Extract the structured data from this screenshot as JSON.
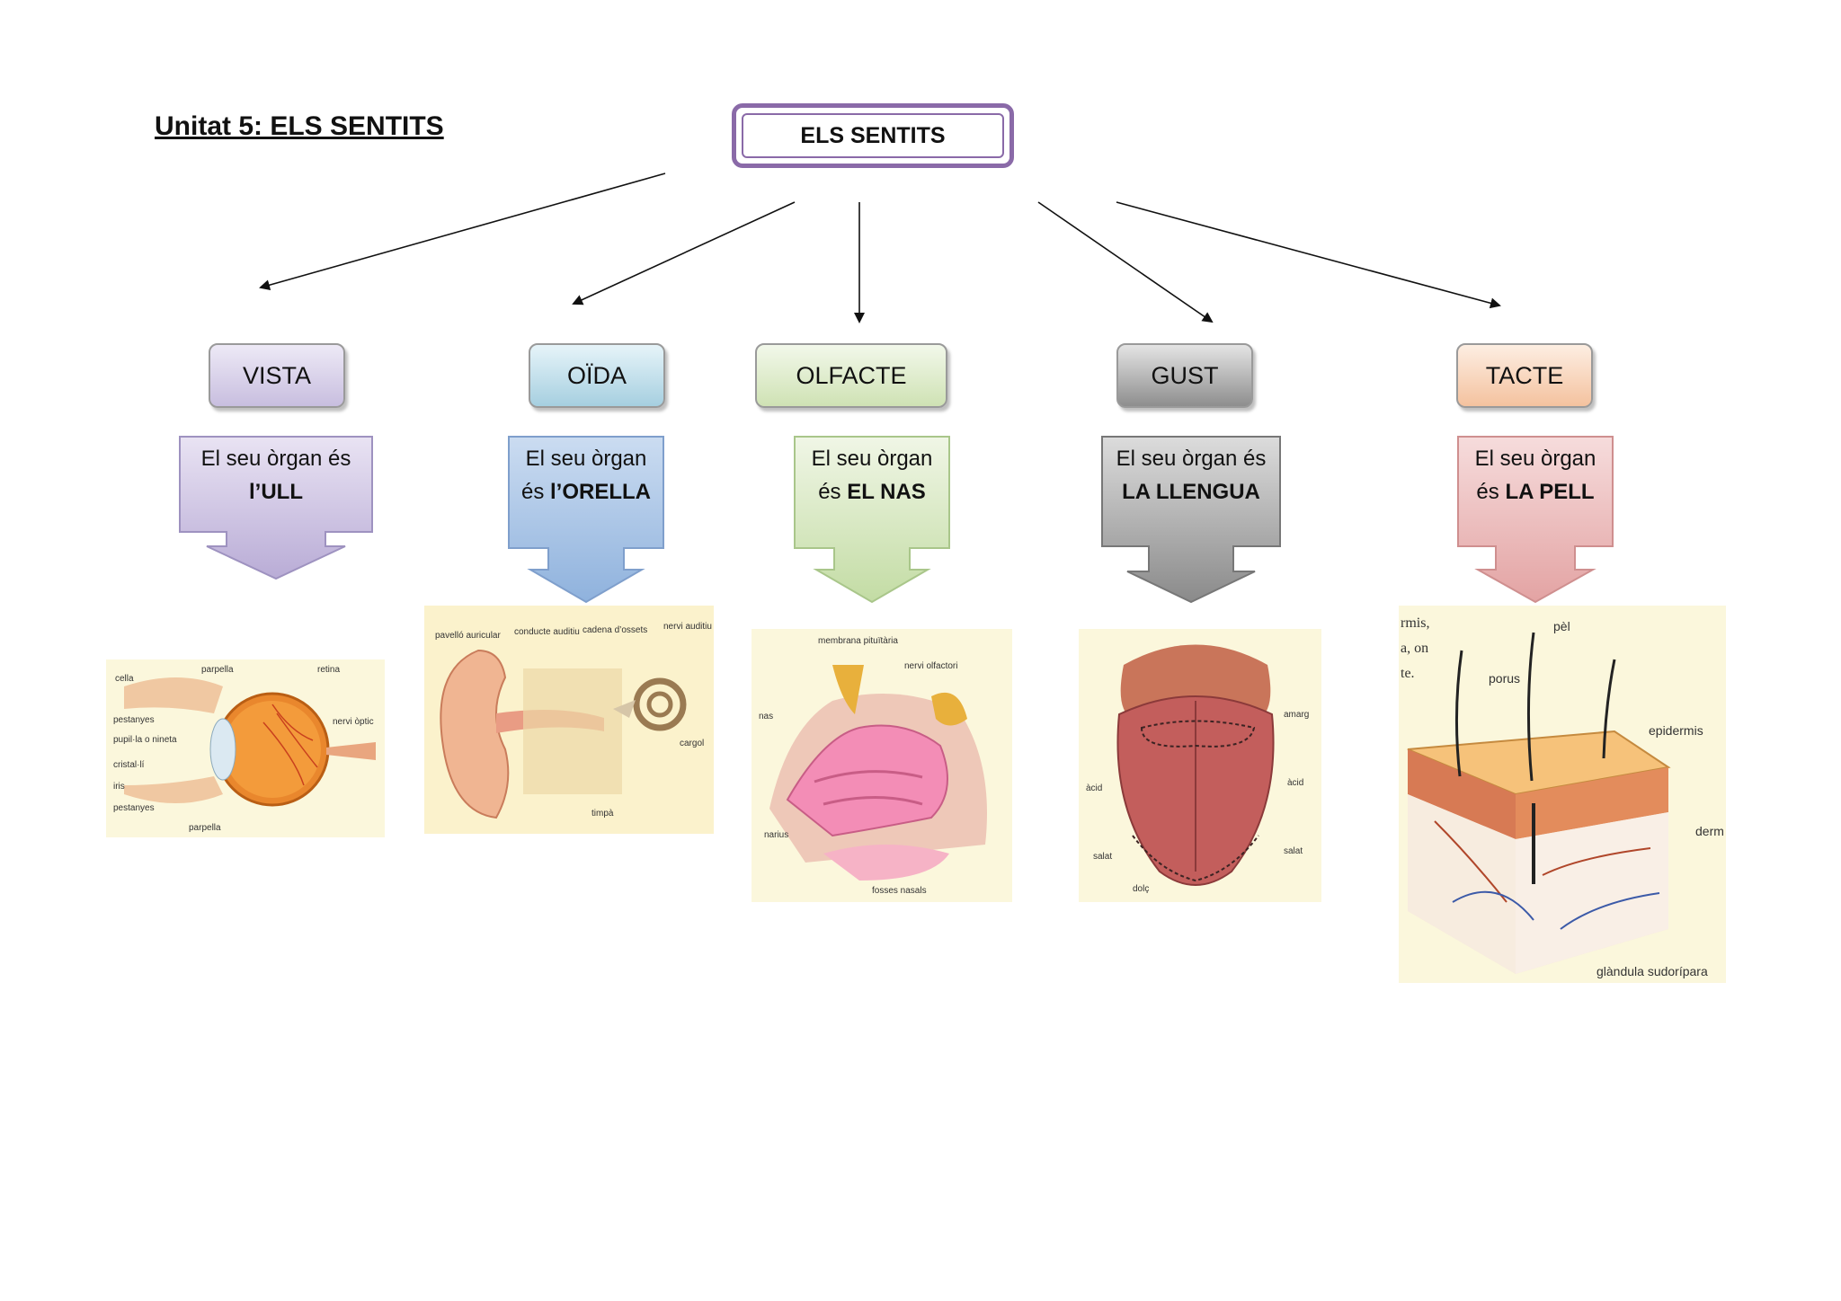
{
  "page_title": "Unitat 5: ELS SENTITS",
  "root": "ELS SENTITS",
  "senses": [
    {
      "name": "VISTA",
      "organ_prefix": "El seu òrgan és",
      "organ": "l’ULL"
    },
    {
      "name": "OÏDA",
      "organ_prefix": "El seu òrgan és",
      "organ": "l’ORELLA"
    },
    {
      "name": "OLFACTE",
      "organ_prefix": "El seu òrgan és",
      "organ": "EL NAS"
    },
    {
      "name": "GUST",
      "organ_prefix": "El seu òrgan és",
      "organ": "LA LLENGUA"
    },
    {
      "name": "TACTE",
      "organ_prefix": "El seu òrgan és",
      "organ": "LA PELL"
    }
  ],
  "eye_labels": [
    "cella",
    "parpella",
    "retina",
    "pestanyes",
    "pupil·la o nineta",
    "cristal·lí",
    "iris",
    "pestanyes",
    "nervi òptic",
    "parpella"
  ],
  "ear_labels": [
    "pavelló auricular",
    "conducte auditiu",
    "cadena d’ossets",
    "nervi auditiu",
    "cargol",
    "timpà"
  ],
  "nose_labels": [
    "membrana pituïtària",
    "nervi olfactori",
    "nas",
    "narius",
    "fosses nasals"
  ],
  "tongue_labels": [
    "amarg",
    "àcid",
    "àcid",
    "salat",
    "salat",
    "dolç"
  ],
  "skin_labels": [
    "rmis,",
    "a, on",
    "te.",
    "pèl",
    "porus",
    "epidermis",
    "derm",
    "glàndula sudorípara"
  ],
  "colors": {
    "vista": "#c8bedf",
    "oida": "#a6cfe0",
    "olfacte": "#cfe2b4",
    "gust": "#8e8e8e",
    "tacte": "#f4c29f",
    "root_border": "#8a6aa8"
  }
}
